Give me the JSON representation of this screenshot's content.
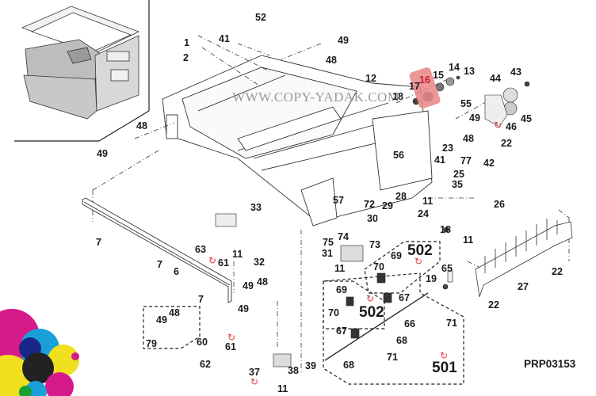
{
  "diagram": {
    "title_code": "PRP03153",
    "watermark": "WWW.COPY-YADAK.COM",
    "highlighted_part": "16",
    "callouts": [
      {
        "id": "c1",
        "text": "1"
      },
      {
        "id": "c2",
        "text": "2"
      },
      {
        "id": "c41a",
        "text": "41"
      },
      {
        "id": "c52",
        "text": "52"
      },
      {
        "id": "c49a",
        "text": "49"
      },
      {
        "id": "c48a",
        "text": "48"
      },
      {
        "id": "c12",
        "text": "12"
      },
      {
        "id": "c14",
        "text": "14"
      },
      {
        "id": "c13",
        "text": "13"
      },
      {
        "id": "c15",
        "text": "15"
      },
      {
        "id": "c16",
        "text": "16"
      },
      {
        "id": "c17",
        "text": "17"
      },
      {
        "id": "c18a",
        "text": "18"
      },
      {
        "id": "c43",
        "text": "43"
      },
      {
        "id": "c44",
        "text": "44"
      },
      {
        "id": "c55",
        "text": "55"
      },
      {
        "id": "c45",
        "text": "45"
      },
      {
        "id": "c46",
        "text": "46"
      },
      {
        "id": "c22a",
        "text": "22"
      },
      {
        "id": "c49b",
        "text": "49"
      },
      {
        "id": "c48b",
        "text": "48"
      },
      {
        "id": "c23",
        "text": "23"
      },
      {
        "id": "c41b",
        "text": "41"
      },
      {
        "id": "c77",
        "text": "77"
      },
      {
        "id": "c42",
        "text": "42"
      },
      {
        "id": "c25",
        "text": "25"
      },
      {
        "id": "c35",
        "text": "35"
      },
      {
        "id": "c26",
        "text": "26"
      },
      {
        "id": "c56",
        "text": "56"
      },
      {
        "id": "c57",
        "text": "57"
      },
      {
        "id": "c28",
        "text": "28"
      },
      {
        "id": "c11a",
        "text": "11"
      },
      {
        "id": "c24",
        "text": "24"
      },
      {
        "id": "c29",
        "text": "29"
      },
      {
        "id": "c72",
        "text": "72"
      },
      {
        "id": "c30",
        "text": "30"
      },
      {
        "id": "c11b",
        "text": "11"
      },
      {
        "id": "c18b",
        "text": "18"
      },
      {
        "id": "c74",
        "text": "74"
      },
      {
        "id": "c73",
        "text": "73"
      },
      {
        "id": "c75",
        "text": "75"
      },
      {
        "id": "c31",
        "text": "31"
      },
      {
        "id": "c11c",
        "text": "11"
      },
      {
        "id": "c69a",
        "text": "69"
      },
      {
        "id": "c70a",
        "text": "70"
      },
      {
        "id": "c65",
        "text": "65"
      },
      {
        "id": "c22b",
        "text": "22"
      },
      {
        "id": "c27",
        "text": "27"
      },
      {
        "id": "c19",
        "text": "19"
      },
      {
        "id": "c69b",
        "text": "69"
      },
      {
        "id": "c70b",
        "text": "70"
      },
      {
        "id": "c67a",
        "text": "67"
      },
      {
        "id": "c22c",
        "text": "22"
      },
      {
        "id": "c66",
        "text": "66"
      },
      {
        "id": "c71a",
        "text": "71"
      },
      {
        "id": "c67b",
        "text": "67"
      },
      {
        "id": "c68a",
        "text": "68"
      },
      {
        "id": "c71b",
        "text": "71"
      },
      {
        "id": "c68b",
        "text": "68"
      },
      {
        "id": "c48c",
        "text": "48"
      },
      {
        "id": "c49c",
        "text": "49"
      },
      {
        "id": "c7a",
        "text": "7"
      },
      {
        "id": "c7b",
        "text": "7"
      },
      {
        "id": "c7c",
        "text": "7"
      },
      {
        "id": "c6",
        "text": "6"
      },
      {
        "id": "c63",
        "text": "63"
      },
      {
        "id": "c61a",
        "text": "61"
      },
      {
        "id": "c33",
        "text": "33"
      },
      {
        "id": "c11d",
        "text": "11"
      },
      {
        "id": "c32",
        "text": "32"
      },
      {
        "id": "c49d",
        "text": "49"
      },
      {
        "id": "c48d",
        "text": "48"
      },
      {
        "id": "c49e",
        "text": "49"
      },
      {
        "id": "c48e",
        "text": "48"
      },
      {
        "id": "c49f",
        "text": "49"
      },
      {
        "id": "c79",
        "text": "79"
      },
      {
        "id": "c60",
        "text": "60"
      },
      {
        "id": "c61b",
        "text": "61"
      },
      {
        "id": "c62",
        "text": "62"
      },
      {
        "id": "c37",
        "text": "37"
      },
      {
        "id": "c38",
        "text": "38"
      },
      {
        "id": "c39",
        "text": "39"
      },
      {
        "id": "c11e",
        "text": "11"
      }
    ],
    "kits": [
      {
        "id": "k502a",
        "text": "502"
      },
      {
        "id": "k502b",
        "text": "502"
      },
      {
        "id": "k501",
        "text": "501"
      }
    ],
    "rotation_symbol": "↻"
  }
}
